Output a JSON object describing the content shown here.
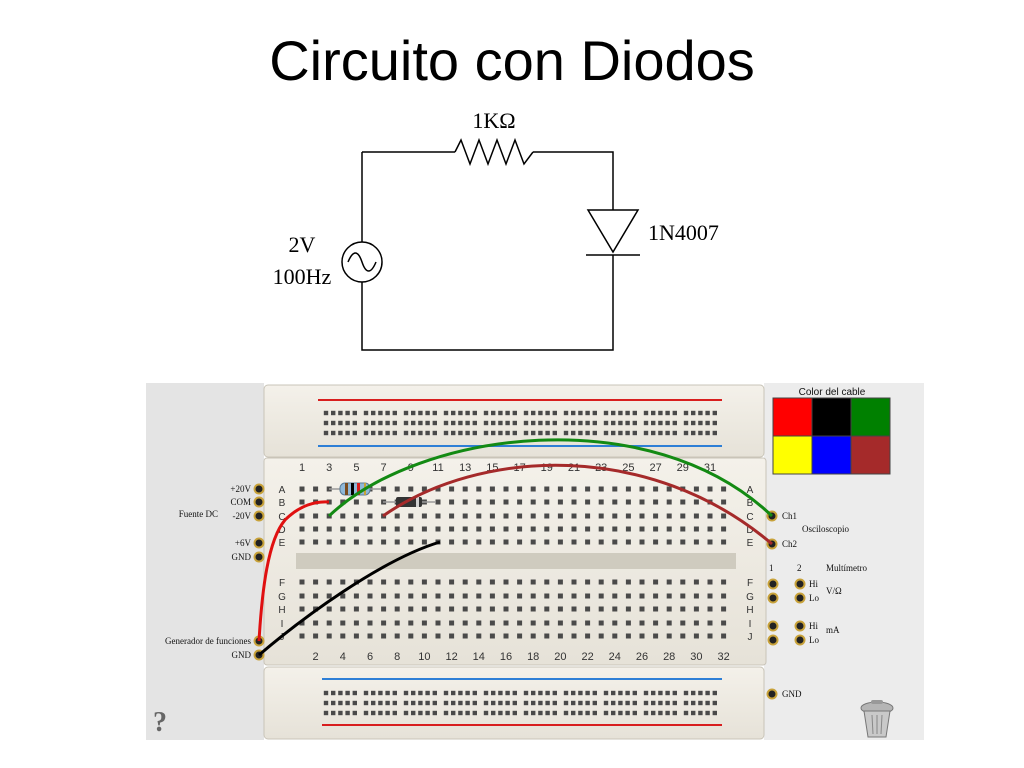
{
  "title": "Circuito con Diodos",
  "schematic": {
    "resistor": "1KΩ",
    "diode": "1N4007",
    "source_voltage": "2V",
    "source_frequency": "100Hz"
  },
  "breadboard": {
    "top_numbers": [
      "1",
      "3",
      "5",
      "7",
      "9",
      "11",
      "13",
      "15",
      "17",
      "19",
      "21",
      "23",
      "25",
      "27",
      "29",
      "31"
    ],
    "bottom_numbers": [
      "2",
      "4",
      "6",
      "8",
      "10",
      "12",
      "14",
      "16",
      "18",
      "20",
      "22",
      "24",
      "26",
      "28",
      "30",
      "32"
    ],
    "rows_left": [
      "A",
      "B",
      "C",
      "D",
      "E",
      "F",
      "G",
      "H",
      "I",
      "J"
    ],
    "rows_right": [
      "A",
      "B",
      "C",
      "D",
      "E",
      "F",
      "G",
      "H",
      "I",
      "J"
    ]
  },
  "left_panel": {
    "p20v": "+20V",
    "com": "COM",
    "m20v": "-20V",
    "fuente_dc": "Fuente DC",
    "p6v": "+6V",
    "gnd": "GND",
    "generador": "Generador de funciones",
    "gen_gnd": "GND"
  },
  "right_panel": {
    "ch1": "Ch1",
    "ch2": "Ch2",
    "osciloscopio": "Osciloscopio",
    "col1": "1",
    "col2": "2",
    "multimetro": "Multímetro",
    "hi1": "Hi",
    "lo1": "Lo",
    "vohm": "V/Ω",
    "hi2": "Hi",
    "lo2": "Lo",
    "ma": "mA",
    "gnd": "GND"
  },
  "cable_colors": {
    "label": "Color del cable",
    "colors": [
      "#ff0000",
      "#000000",
      "#008000",
      "#ffff00",
      "#0000ff",
      "#a52a2a"
    ]
  },
  "help": "?",
  "trash_icon": "trash-icon"
}
